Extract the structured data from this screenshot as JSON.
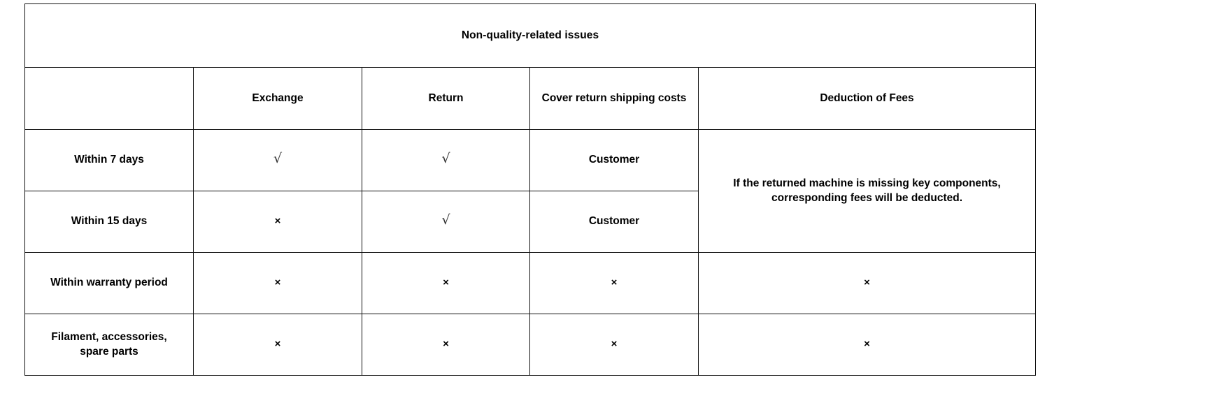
{
  "table": {
    "title": "Non-quality-related issues",
    "columns": [
      {
        "key": "category",
        "label": ""
      },
      {
        "key": "exchange",
        "label": "Exchange"
      },
      {
        "key": "return",
        "label": "Return"
      },
      {
        "key": "shipping",
        "label": "Cover return shipping costs"
      },
      {
        "key": "deduction",
        "label": "Deduction of Fees"
      }
    ],
    "rows": [
      {
        "label": "Within 7 days",
        "exchange": "√",
        "exchange_kind": "check",
        "return": "√",
        "return_kind": "check",
        "shipping": "Customer",
        "shipping_kind": "text"
      },
      {
        "label": "Within 15 days",
        "exchange": "×",
        "exchange_kind": "cross",
        "return": "√",
        "return_kind": "check",
        "shipping": "Customer",
        "shipping_kind": "text"
      },
      {
        "label": "Within warranty period",
        "exchange": "×",
        "exchange_kind": "cross",
        "return": "×",
        "return_kind": "cross",
        "shipping": "×",
        "shipping_kind": "cross",
        "deduction": "×",
        "deduction_kind": "cross"
      },
      {
        "label": "Filament, accessories, spare parts",
        "exchange": "×",
        "exchange_kind": "cross",
        "return": "×",
        "return_kind": "cross",
        "shipping": "×",
        "shipping_kind": "cross",
        "deduction": "×",
        "deduction_kind": "cross"
      }
    ],
    "merged_deduction_note": "If the returned machine is missing key components, corresponding fees will be deducted."
  },
  "colors": {
    "border": "#111111",
    "text": "#000000",
    "background": "#ffffff",
    "check_mark": "#333333"
  }
}
